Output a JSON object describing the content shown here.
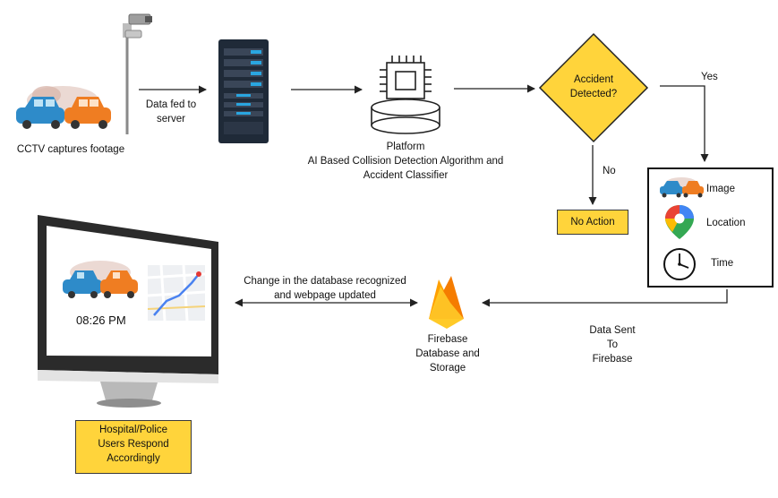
{
  "labels": {
    "cctv": "CCTV captures footage",
    "data_fed_1": "Data fed to",
    "data_fed_2": "server",
    "platform_1": "Platform",
    "platform_2": "AI Based Collision Detection Algorithm and",
    "platform_3": "Accident Classifier",
    "decision_1": "Accident",
    "decision_2": "Detected?",
    "yes": "Yes",
    "no": "No",
    "no_action": "No Action",
    "panel_image": "Image",
    "panel_location": "Location",
    "panel_time": "Time",
    "data_sent_1": "Data Sent",
    "data_sent_2": "To",
    "data_sent_3": "Firebase",
    "firebase_1": "Firebase",
    "firebase_2": "Database and",
    "firebase_3": "Storage",
    "change_1": "Change in the database recognized",
    "change_2": "and webpage updated",
    "monitor_time": "08:26 PM",
    "hospital_1": "Hospital/Police",
    "hospital_2": "Users Respond",
    "hospital_3": "Accordingly"
  },
  "colors": {
    "decision_fill": "#ffd43b",
    "note_fill": "#ffd43b",
    "car_blue": "#2e8bc9",
    "car_orange": "#ef7d22",
    "server_dark": "#1f2a38",
    "server_led": "#2aa6e0",
    "firebase_orange": "#f6a623",
    "firebase_yellow": "#ffca28"
  },
  "icons": {
    "cctv_camera": "cctv-camera-icon",
    "crash": "car-crash-icon",
    "server": "server-rack-icon",
    "chip": "ai-chip-platform-icon",
    "maps": "google-maps-pin-icon",
    "clock": "clock-icon",
    "firebase": "firebase-flame-icon",
    "monitor": "desktop-monitor-icon"
  }
}
